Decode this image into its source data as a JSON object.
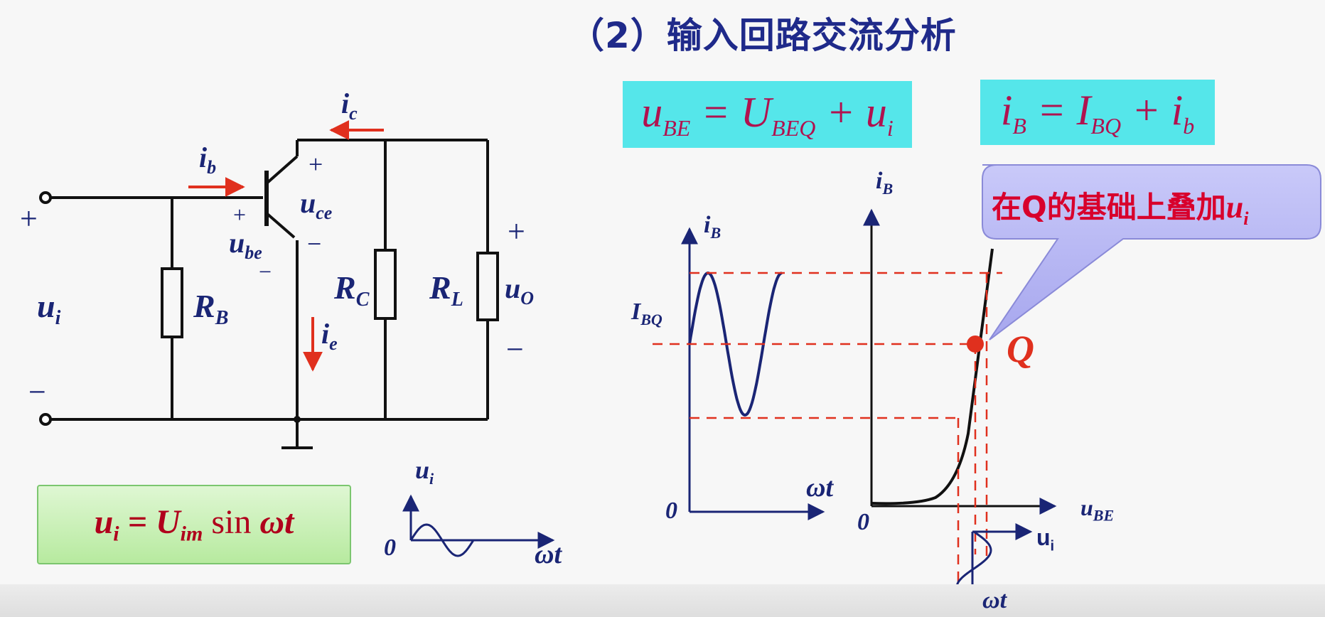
{
  "title": "（2）输入回路交流分析",
  "equations": {
    "ube_lhs": "uBE = UBEQ + ui",
    "ib_lhs": "iB = IBQ + ib",
    "ui_def": "ui = Uim sin ωt"
  },
  "callout": {
    "text": "在Q的基础上叠加",
    "symbol": "ui"
  },
  "circuit": {
    "labels": {
      "ib": "ib",
      "ic": "ic",
      "ie": "ie",
      "uce": "uce",
      "ube": "ube",
      "ui": "ui",
      "uo": "uO",
      "RB": "RB",
      "RC": "RC",
      "RL": "RL",
      "plus": "+",
      "minus": "−"
    }
  },
  "graphs": {
    "iB_axis": "iB",
    "uBE_axis": "uBE",
    "IBQ": "IBQ",
    "Q": "Q",
    "wt": "ωt",
    "zero": "0",
    "ui_axis": "ui"
  },
  "colors": {
    "navy": "#1a2575",
    "red": "#e0301e",
    "cyan": "#55e6ea",
    "magenta": "#b0124f",
    "bubble": "#b9b9f4"
  }
}
